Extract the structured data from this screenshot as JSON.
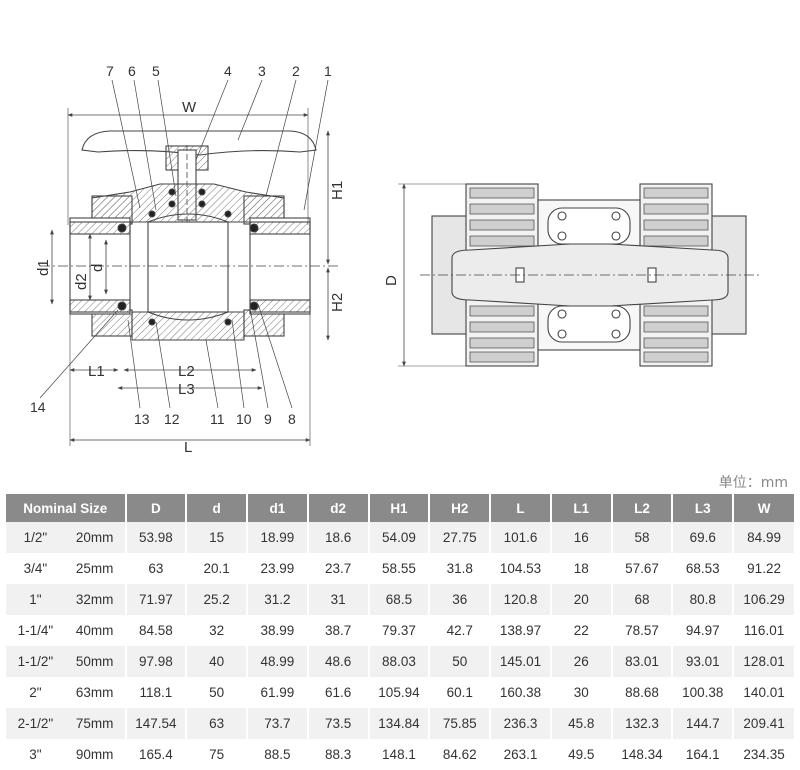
{
  "callouts": [
    "1",
    "2",
    "3",
    "4",
    "5",
    "6",
    "7",
    "8",
    "9",
    "10",
    "11",
    "12",
    "13",
    "14"
  ],
  "dimension_labels": {
    "W": "W",
    "H1": "H1",
    "H2": "H2",
    "d1": "d1",
    "d2": "d2",
    "d": "d",
    "L1": "L1",
    "L2": "L2",
    "L3": "L3",
    "L": "L",
    "D": "D"
  },
  "unit_label": "单位：mm",
  "table": {
    "headers": [
      "Nominal Size",
      "D",
      "d",
      "d1",
      "d2",
      "H1",
      "H2",
      "L",
      "L1",
      "L2",
      "L3",
      "W"
    ],
    "rows": [
      [
        "1/2\"",
        "20mm",
        "53.98",
        "15",
        "18.99",
        "18.6",
        "54.09",
        "27.75",
        "101.6",
        "16",
        "58",
        "69.6",
        "84.99"
      ],
      [
        "3/4\"",
        "25mm",
        "63",
        "20.1",
        "23.99",
        "23.7",
        "58.55",
        "31.8",
        "104.53",
        "18",
        "57.67",
        "68.53",
        "91.22"
      ],
      [
        "1\"",
        "32mm",
        "71.97",
        "25.2",
        "31.2",
        "31",
        "68.5",
        "36",
        "120.8",
        "20",
        "68",
        "80.8",
        "106.29"
      ],
      [
        "1-1/4\"",
        "40mm",
        "84.58",
        "32",
        "38.99",
        "38.7",
        "79.37",
        "42.7",
        "138.97",
        "22",
        "78.57",
        "94.97",
        "116.01"
      ],
      [
        "1-1/2\"",
        "50mm",
        "97.98",
        "40",
        "48.99",
        "48.6",
        "88.03",
        "50",
        "145.01",
        "26",
        "83.01",
        "93.01",
        "128.01"
      ],
      [
        "2\"",
        "63mm",
        "118.1",
        "50",
        "61.99",
        "61.6",
        "105.94",
        "60.1",
        "160.38",
        "30",
        "88.68",
        "100.38",
        "140.01"
      ],
      [
        "2-1/2\"",
        "75mm",
        "147.54",
        "63",
        "73.7",
        "73.5",
        "134.84",
        "75.85",
        "236.3",
        "45.8",
        "132.3",
        "144.7",
        "209.41"
      ],
      [
        "3\"",
        "90mm",
        "165.4",
        "75",
        "88.5",
        "88.3",
        "148.1",
        "84.62",
        "263.1",
        "49.5",
        "148.34",
        "164.1",
        "234.35"
      ]
    ]
  }
}
